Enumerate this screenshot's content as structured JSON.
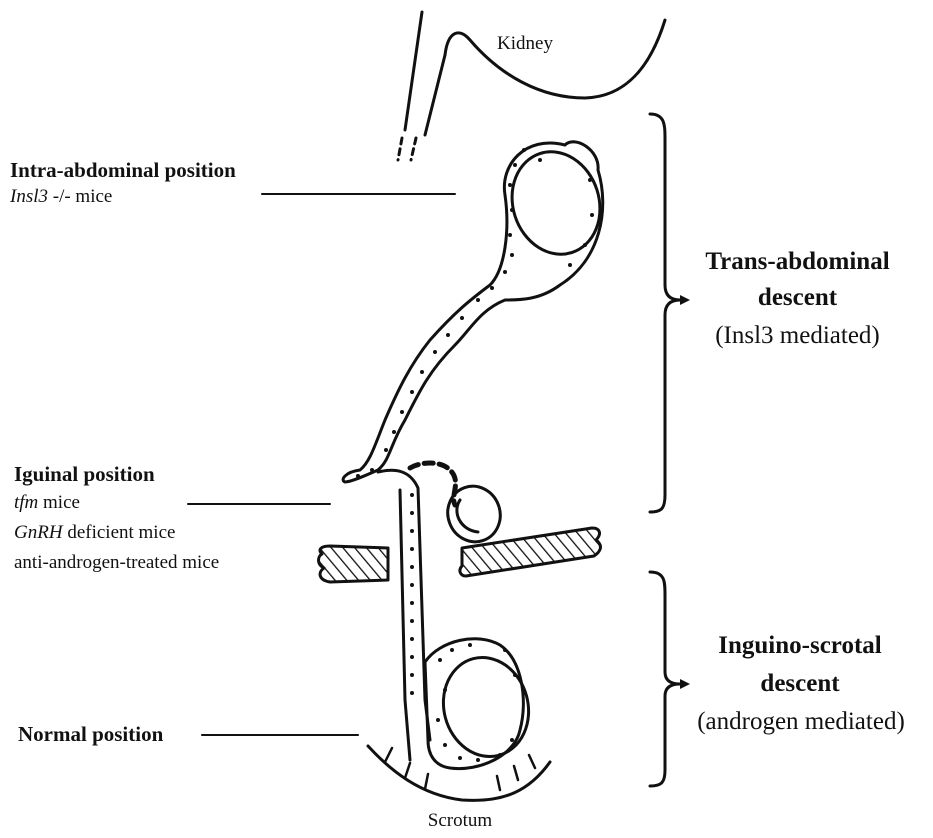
{
  "labels": {
    "kidney": "Kidney",
    "scrotum": "Scrotum",
    "intra_abdominal": {
      "title": "Intra-abdominal position",
      "gene": "Insl3",
      "suffix": " -/- mice"
    },
    "inguinal": {
      "title": "Iguinal position",
      "line1_gene": "tfm",
      "line1_suffix": " mice",
      "line2_gene": "GnRH",
      "line2_suffix": " deficient mice",
      "line3": "anti-androgen-treated mice"
    },
    "normal": {
      "title": "Normal position"
    },
    "phase1": {
      "title_line1": "Trans-abdominal",
      "title_line2": "descent",
      "subtitle": "(Insl3 mediated)"
    },
    "phase2": {
      "title_line1": "Inguino-scrotal",
      "title_line2": "descent",
      "subtitle": "(androgen mediated)"
    }
  }
}
